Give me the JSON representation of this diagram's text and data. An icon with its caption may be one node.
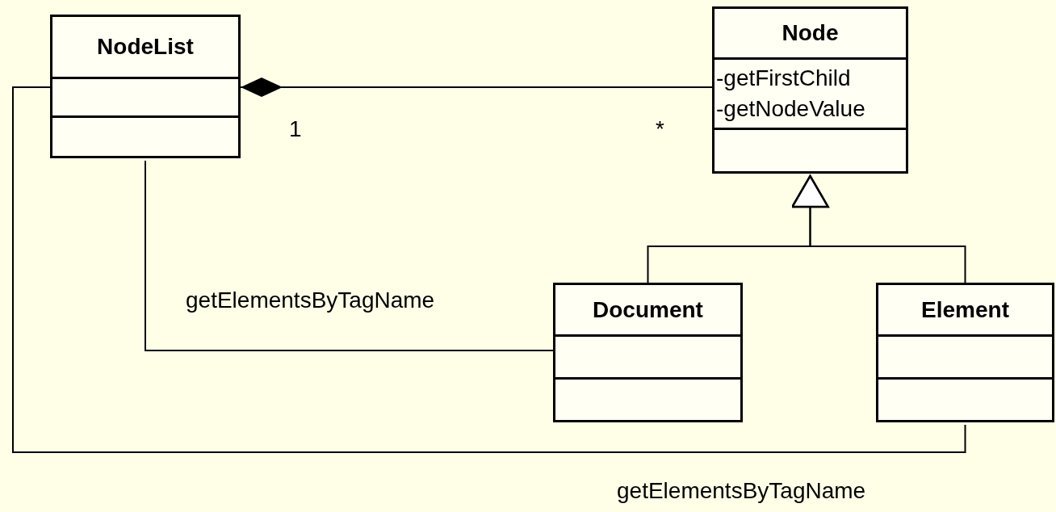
{
  "diagram": {
    "nodes": [
      {
        "text": [
          "NodeList"
        ]
      },
      {
        "text": [
          "Node",
          "-getFirstChild",
          "-getNodeValue"
        ]
      },
      {
        "text": [
          "Document"
        ]
      },
      {
        "text": [
          "Element"
        ]
      }
    ],
    "edges": [
      {
        "from": 0,
        "to": 1,
        "arrow": "other"
      },
      {
        "from": 2,
        "to": 1,
        "arrow": "to"
      },
      {
        "from": 3,
        "to": 1,
        "arrow": "to"
      },
      {
        "from": 0,
        "to": 2,
        "arrow": "none",
        "label": "getElementsByTagName"
      },
      {
        "from": 0,
        "to": 3,
        "arrow": "none",
        "label": "getElementsByTagName"
      }
    ],
    "labels": [
      "1",
      "*"
    ]
  }
}
